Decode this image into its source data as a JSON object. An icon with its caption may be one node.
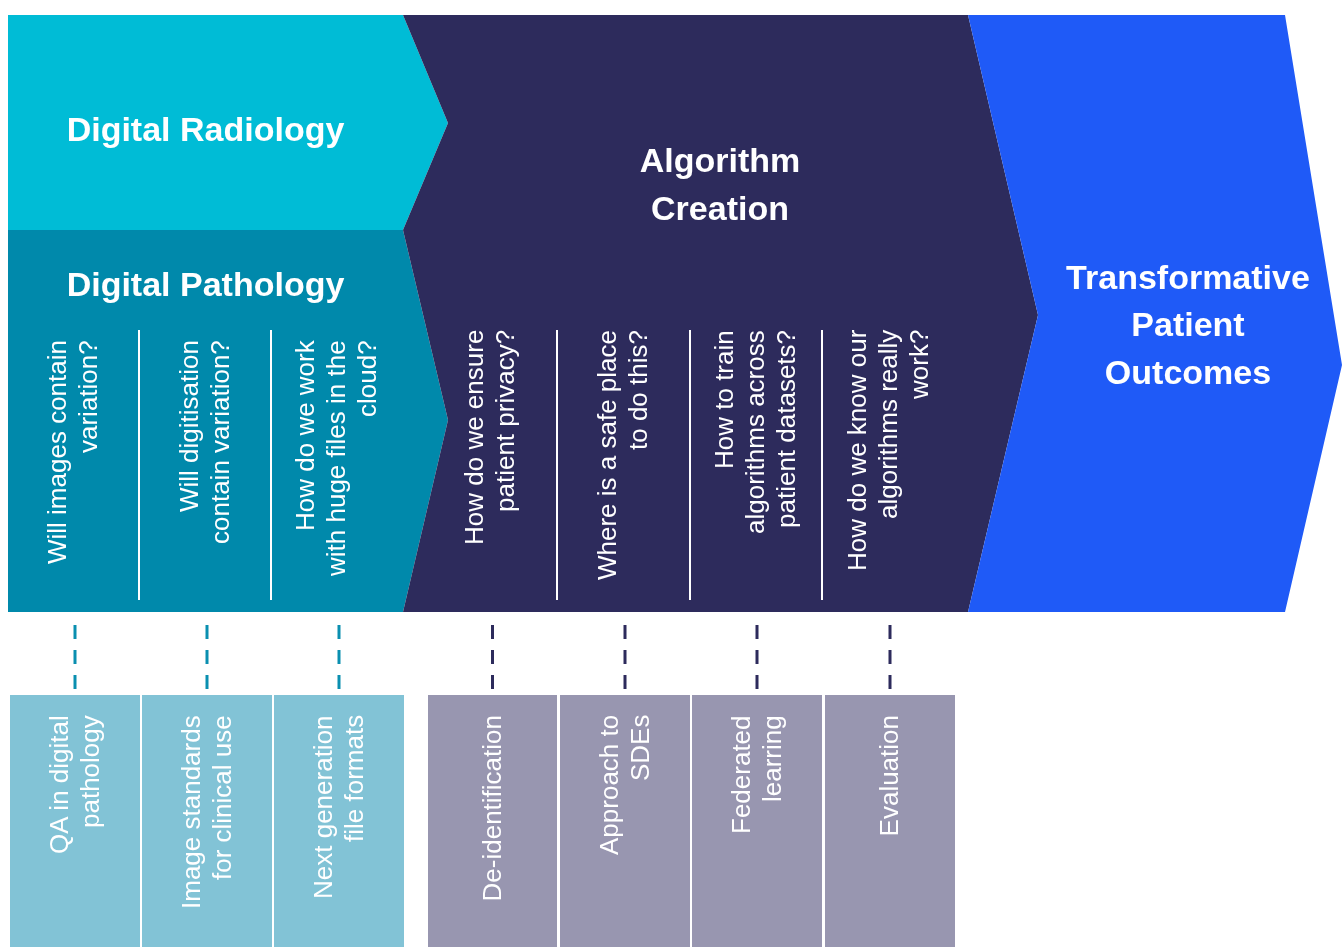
{
  "diagram": {
    "nodes": [
      {
        "text": [
          "Digital Radiology"
        ]
      },
      {
        "text": [
          "Digital Pathology"
        ]
      },
      {
        "text": [
          "Will images contain variation?"
        ],
        "in": 1
      },
      {
        "text": [
          "Will digitisation contain variation?"
        ],
        "in": 1
      },
      {
        "text": [
          "How do we work with huge files in the cloud?"
        ],
        "in": 1
      },
      {
        "text": [
          "Algorithm Creation"
        ]
      },
      {
        "text": [
          "How do we ensure patient privacy?"
        ],
        "in": 5
      },
      {
        "text": [
          "Where is a safe place to do this?"
        ],
        "in": 5
      },
      {
        "text": [
          "How to train algorithms across patient datasets?"
        ],
        "in": 5
      },
      {
        "text": [
          "How do we know our algorithms really work?"
        ],
        "in": 5
      },
      {
        "text": [
          "Transformative Patient Outcomes"
        ]
      },
      {
        "text": [
          "QA in digital pathology"
        ]
      },
      {
        "text": [
          "Image standards for clinical use"
        ]
      },
      {
        "text": [
          "Next generation file formats"
        ]
      },
      {
        "text": [
          "De-identification"
        ]
      },
      {
        "text": [
          "Approach to SDEs"
        ]
      },
      {
        "text": [
          "Federated learring"
        ]
      },
      {
        "text": [
          "Evaluation"
        ]
      }
    ],
    "edges": [
      {
        "from": 2,
        "to": 11,
        "arrow": "none",
        "style": "dashed",
        "color": "#0a8fb0"
      },
      {
        "from": 3,
        "to": 12,
        "arrow": "none",
        "style": "dashed",
        "color": "#0a8fb0"
      },
      {
        "from": 4,
        "to": 13,
        "arrow": "none",
        "style": "dashed",
        "color": "#0a8fb0"
      },
      {
        "from": 6,
        "to": 14,
        "arrow": "none",
        "style": "dashed"
      },
      {
        "from": 7,
        "to": 15,
        "arrow": "none",
        "style": "dashed"
      },
      {
        "from": 8,
        "to": 16,
        "arrow": "none",
        "style": "dashed"
      },
      {
        "from": 9,
        "to": 17,
        "arrow": "none",
        "style": "dashed"
      }
    ]
  }
}
